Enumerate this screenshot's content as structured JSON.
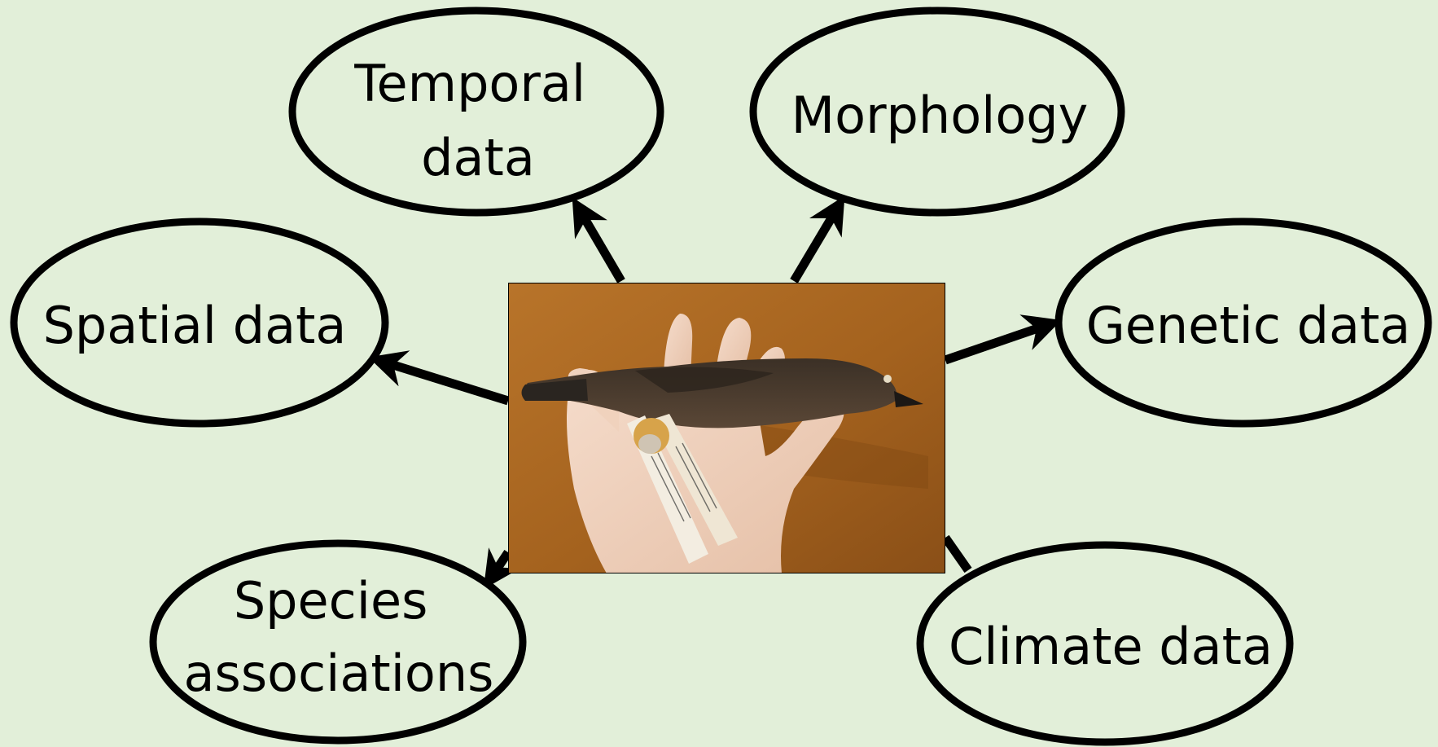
{
  "colors": {
    "background": "#e2efd9",
    "stroke": "#000000",
    "photo_background": "#a8651f"
  },
  "photo": {
    "name": "bird-specimen-photo",
    "subject": "museum bird specimen held in hand with specimen tags"
  },
  "nodes": [
    {
      "id": "temporal",
      "lines": [
        "Temporal",
        "data"
      ]
    },
    {
      "id": "morphology",
      "lines": [
        "Morphology"
      ]
    },
    {
      "id": "spatial",
      "lines": [
        "Spatial data"
      ]
    },
    {
      "id": "genetic",
      "lines": [
        "Genetic data"
      ]
    },
    {
      "id": "species",
      "lines": [
        "Species",
        "associations"
      ]
    },
    {
      "id": "climate",
      "lines": [
        "Climate data"
      ]
    }
  ],
  "edges": [
    {
      "from": "photo",
      "to": "temporal"
    },
    {
      "from": "photo",
      "to": "morphology"
    },
    {
      "from": "photo",
      "to": "spatial"
    },
    {
      "from": "photo",
      "to": "genetic"
    },
    {
      "from": "photo",
      "to": "species"
    },
    {
      "from": "photo",
      "to": "climate"
    }
  ]
}
